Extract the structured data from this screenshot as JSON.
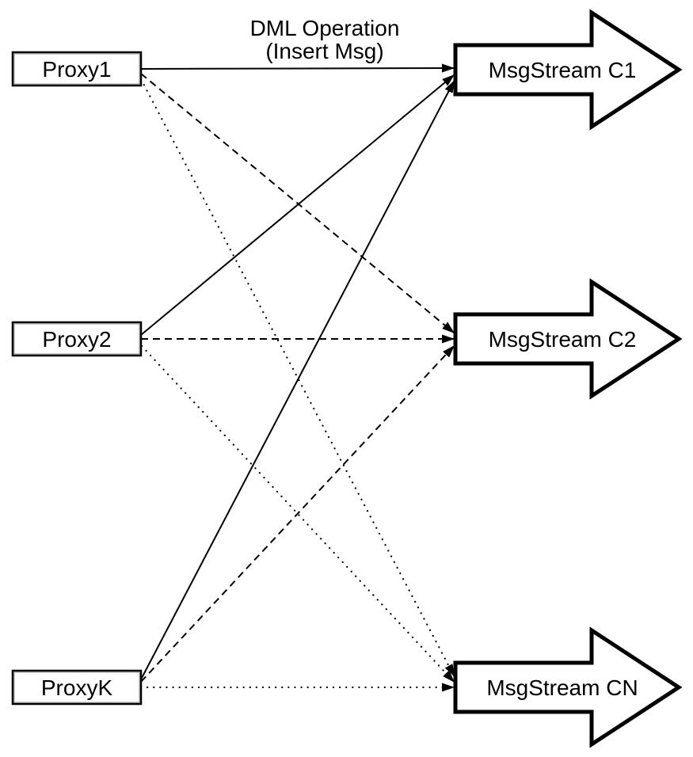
{
  "diagram": {
    "edge_label": {
      "line1": "DML Operation",
      "line2": "(Insert Msg)"
    },
    "proxies": [
      {
        "label": "Proxy1"
      },
      {
        "label": "Proxy2"
      },
      {
        "label": "ProxyK"
      }
    ],
    "streams": [
      {
        "label": "MsgStream C1"
      },
      {
        "label": "MsgStream C2"
      },
      {
        "label": "MsgStream CN"
      }
    ],
    "connections": [
      {
        "from": "Proxy1",
        "to": "MsgStream C1",
        "style": "solid"
      },
      {
        "from": "Proxy2",
        "to": "MsgStream C1",
        "style": "solid"
      },
      {
        "from": "ProxyK",
        "to": "MsgStream C1",
        "style": "solid"
      },
      {
        "from": "Proxy1",
        "to": "MsgStream C2",
        "style": "dashed"
      },
      {
        "from": "Proxy2",
        "to": "MsgStream C2",
        "style": "dashed"
      },
      {
        "from": "ProxyK",
        "to": "MsgStream C2",
        "style": "dashed"
      },
      {
        "from": "Proxy1",
        "to": "MsgStream CN",
        "style": "dotted"
      },
      {
        "from": "Proxy2",
        "to": "MsgStream CN",
        "style": "dotted"
      },
      {
        "from": "ProxyK",
        "to": "MsgStream CN",
        "style": "dotted"
      }
    ],
    "colors": {
      "stroke": "#000000",
      "fill": "#ffffff"
    }
  }
}
